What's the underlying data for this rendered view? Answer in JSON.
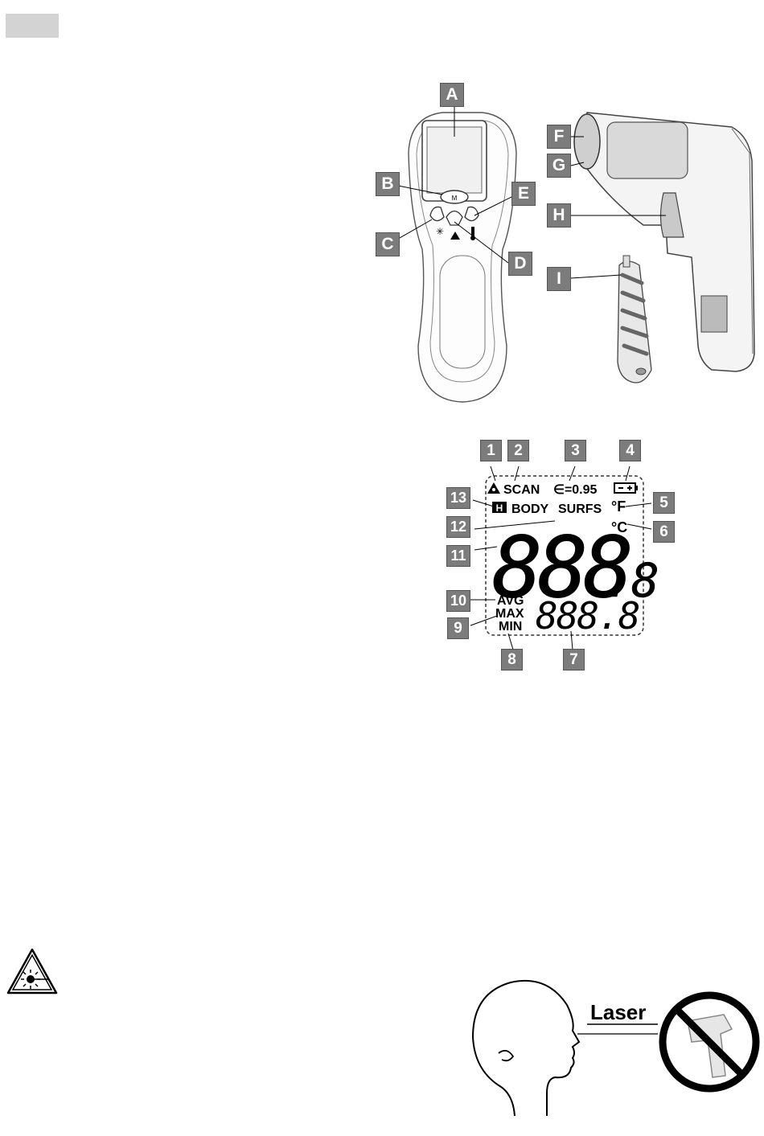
{
  "device_labels": [
    "A",
    "B",
    "C",
    "D",
    "E",
    "F",
    "G",
    "H",
    "I"
  ],
  "display_labels": [
    "1",
    "2",
    "3",
    "4",
    "5",
    "6",
    "7",
    "8",
    "9",
    "10",
    "11",
    "12",
    "13"
  ],
  "display": {
    "scan": "SCAN",
    "emissivity": "∈=0.95",
    "body": "BODY",
    "surfs": "SURFS",
    "hold": "H",
    "deg_f": "°F",
    "deg_c": "°C",
    "avg": "AVG",
    "max": "MAX",
    "min": "MIN",
    "main_digits": "888",
    "main_decimal": ".8",
    "secondary_digits": "888.8"
  },
  "button_m": "M",
  "laser_text": "Laser",
  "icons": [
    "laser-warning-icon",
    "battery-icon",
    "laser-icon",
    "thermometer-icon",
    "backlight-icon",
    "no-laser-icon"
  ]
}
